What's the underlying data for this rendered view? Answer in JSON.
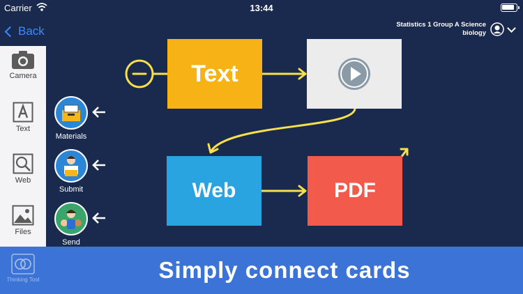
{
  "status_bar": {
    "carrier": "Carrier",
    "time": "13:44",
    "battery_level": 0.9
  },
  "nav": {
    "back_label": "Back"
  },
  "user": {
    "line1": "Statistics 1 Group A Science",
    "line2": "biology"
  },
  "toolbar": {
    "camera": "Camera",
    "text": "Text",
    "web": "Web",
    "files": "Files",
    "thinking_tool": "Thinking Tool"
  },
  "side_panel": {
    "materials": "Materials",
    "submit": "Submit",
    "send": "Send"
  },
  "cards": {
    "text": "Text",
    "web": "Web",
    "pdf": "PDF"
  },
  "banner": {
    "caption": "Simply connect cards"
  },
  "colors": {
    "background": "#1a2a4e",
    "accent_yellow": "#f7e04a",
    "card_text": "#f7b316",
    "card_video": "#ececec",
    "card_web": "#2aa4e0",
    "card_pdf": "#f25a4c",
    "banner": "#3b73d6",
    "link_blue": "#3d8bff"
  },
  "icons": {
    "camera": "camera-icon",
    "text": "text-box-icon",
    "web": "magnifier-icon",
    "files": "image-icon",
    "thinking_tool": "overlapping-circles-icon",
    "trash": "trash-icon",
    "video": "play-icon"
  }
}
